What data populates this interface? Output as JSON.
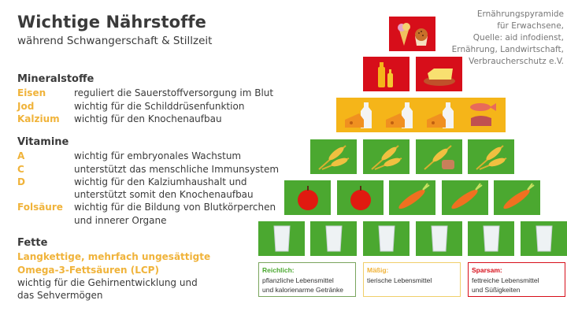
{
  "header": {
    "title": "Wichtige Nährstoffe",
    "subtitle": "während Schwangerschaft & Stillzeit"
  },
  "source": {
    "lines": [
      "Ernährungspyramide",
      "für Erwachsene,",
      "Quelle: aid infodienst,",
      "Ernährung, Landwirtschaft,",
      "Verbraucherschutz e.V."
    ]
  },
  "minerals": {
    "heading": "Mineralstoffe",
    "items": [
      {
        "term": "Eisen",
        "desc": "reguliert die Sauerstoffversorgung im Blut"
      },
      {
        "term": "Jod",
        "desc": "wichtig für die Schilddrüsenfunktion"
      },
      {
        "term": "Kalzium",
        "desc": "wichtig für den Knochenaufbau"
      }
    ]
  },
  "vitamins": {
    "heading": "Vitamine",
    "items": [
      {
        "term": "A",
        "desc": "wichtig für embryonales Wachstum"
      },
      {
        "term": "C",
        "desc": "unterstützt das menschliche Immunsystem"
      },
      {
        "term": "D",
        "desc": "wichtig für den Kalziumhaushalt und",
        "desc2": "unterstützt somit den Knochenaufbau"
      },
      {
        "term": "Folsäure",
        "desc": "wichtig für die Bildung von Blutkörperchen",
        "desc2": "und innerer Organe"
      }
    ]
  },
  "fats": {
    "heading": "Fette",
    "term_line1": "Langkettige, mehrfach ungesättigte",
    "term_line2": "Omega-3-Fettsäuren (LCP)",
    "desc_line1": "wichtig für die Gehirnentwicklung und",
    "desc_line2": "das Sehvermögen"
  },
  "pyramid": {
    "colors": {
      "red": "#d70e1a",
      "yellow": "#f5b519",
      "green": "#4ba830"
    },
    "rows": [
      {
        "level": 1,
        "color": "red",
        "tiles": [
          "ice-cream-muffin"
        ]
      },
      {
        "level": 2,
        "color": "red",
        "tiles": [
          "oil-bottles",
          "butter"
        ]
      },
      {
        "level": 3,
        "color": "yellow",
        "tiles": [
          "cheese-milk",
          "cheese-milk",
          "cheese-milk",
          "fish-meat"
        ]
      },
      {
        "level": 4,
        "color": "green",
        "tiles": [
          "grain",
          "grain",
          "grain-bread",
          "grain"
        ]
      },
      {
        "level": 5,
        "color": "green",
        "tiles": [
          "apple",
          "apple",
          "carrot",
          "carrot",
          "carrot"
        ]
      },
      {
        "level": 6,
        "color": "green",
        "tiles": [
          "water-glass",
          "water-glass",
          "water-glass",
          "water-glass",
          "water-glass",
          "water-glass"
        ]
      }
    ]
  },
  "legend": [
    {
      "label": "Reichlich:",
      "line1": "pflanzliche Lebensmittel",
      "line2": "und kalorienarme Getränke",
      "color": "#4ba830"
    },
    {
      "label": "Mäßig:",
      "line1": "tierische Lebensmittel",
      "line2": "",
      "color": "#f0b33a"
    },
    {
      "label": "Sparsam:",
      "line1": "fettreiche Lebensmittel",
      "line2": "und Süßigkeiten",
      "color": "#d70e1a"
    }
  ]
}
